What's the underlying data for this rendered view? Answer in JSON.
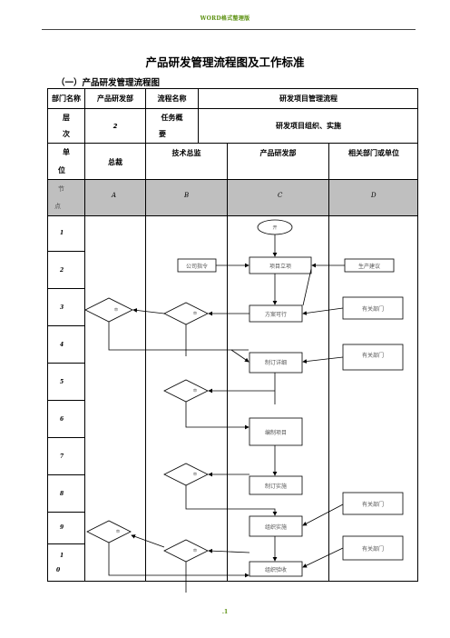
{
  "header_text": "WORD格式整理版",
  "title": "产品研发管理流程图及工作标准",
  "subtitle": "（一）产品研发管理流程图",
  "table": {
    "r1": [
      "部门名称",
      "产品研发部",
      "流程名称",
      "研发项目管理流程"
    ],
    "r2": {
      "level_label_1": "层",
      "level_label_2": "次",
      "level_value": "2",
      "task_label_1": "任务概",
      "task_label_2": "要",
      "task_value": "研发项目组织、实施"
    },
    "r3": {
      "unit_1": "单",
      "unit_2": "位",
      "col_a": "总裁",
      "col_b": "技术总监",
      "col_c": "产品研发部",
      "col_d": "相关部门或单位"
    },
    "r4": {
      "node_1": "节",
      "node_2": "点",
      "a": "A",
      "b": "B",
      "c": "C",
      "d": "D"
    }
  },
  "rows": [
    "1",
    "2",
    "3",
    "4",
    "5",
    "6",
    "7",
    "8",
    "9",
    "1",
    "0"
  ],
  "flow": {
    "start": "开",
    "company_order": "公司指令",
    "project_setup": "项目立项",
    "production_suggestion": "生产建议",
    "plan_feasible": "方案可行",
    "related_dept_1": "有关部门",
    "related_dept_2": "有关部门",
    "detailed_plan": "制订详细",
    "compile_project": "编制项目",
    "make_implementation": "制订实施",
    "related_dept_3": "有关部门",
    "organize_implementation": "组织实施",
    "related_dept_4": "有关部门",
    "organize_acceptance": "组织验收",
    "diamond_text": "审"
  },
  "footer_text": ".1"
}
